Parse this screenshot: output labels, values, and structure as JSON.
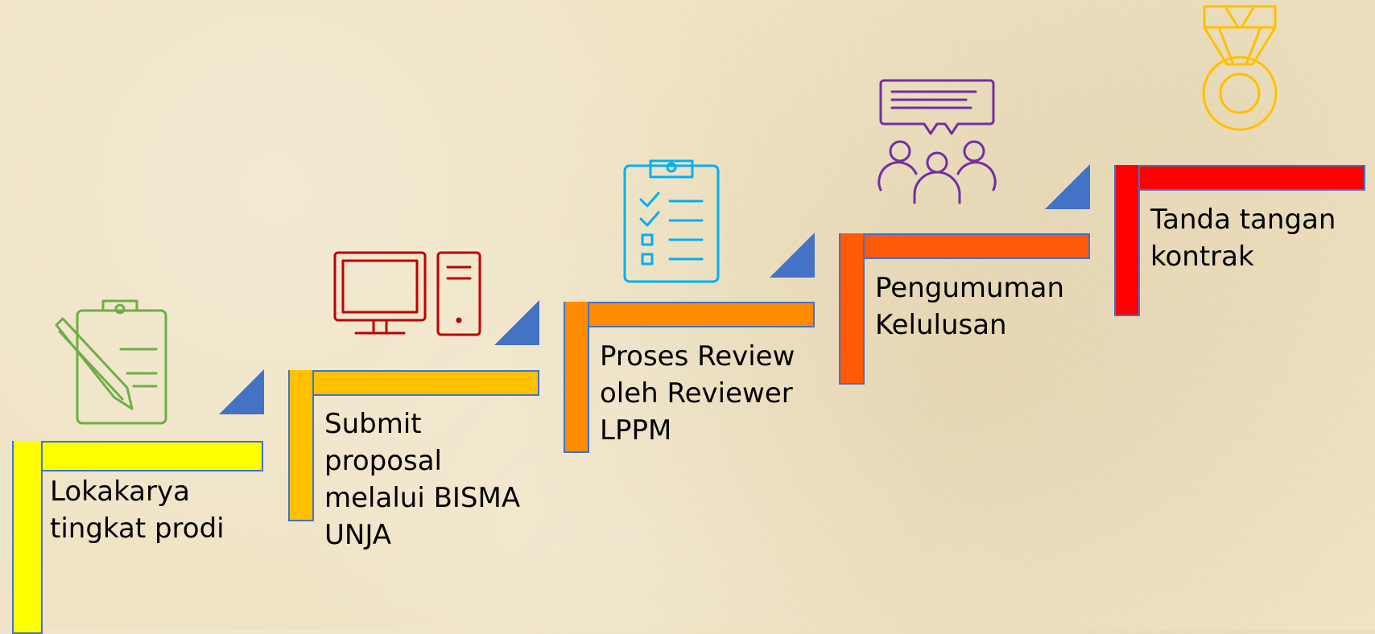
{
  "steps": [
    {
      "label_lines": [
        "Lokakarya",
        "tingkat prodi"
      ],
      "color": "#ffff00",
      "icon": "clipboard-pencil-icon",
      "icon_color": "#70ad47"
    },
    {
      "label_lines": [
        "Submit",
        "proposal",
        "melalui BISMA",
        "UNJA"
      ],
      "color": "#ffc000",
      "icon": "desktop-computer-icon",
      "icon_color": "#c00000"
    },
    {
      "label_lines": [
        "Proses Review",
        "oleh Reviewer",
        "LPPM"
      ],
      "color": "#ff8c00",
      "icon": "checklist-clipboard-icon",
      "icon_color": "#00b0f0"
    },
    {
      "label_lines": [
        "Pengumuman",
        "Kelulusan"
      ],
      "color": "#ff5a0a",
      "icon": "meeting-discussion-icon",
      "icon_color": "#7030a0"
    },
    {
      "label_lines": [
        "Tanda tangan",
        "kontrak"
      ],
      "color": "#ff0000",
      "icon": "medal-icon",
      "icon_color": "#ffc000"
    }
  ],
  "arrow_color": "#4472c4",
  "outline_color": "#4472c4"
}
